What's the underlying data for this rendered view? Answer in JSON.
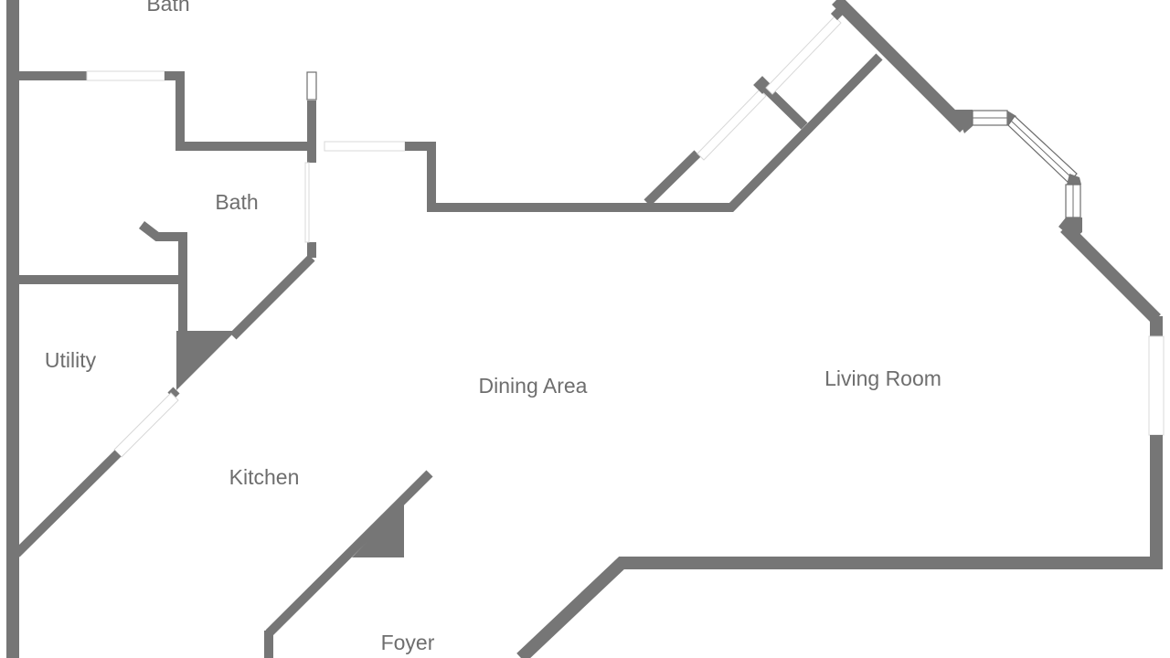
{
  "rooms": {
    "bath_top": "Bath",
    "bath": "Bath",
    "utility": "Utility",
    "kitchen": "Kitchen",
    "dining": "Dining Area",
    "living": "Living Room",
    "foyer": "Foyer"
  },
  "colors": {
    "wall": "#767676",
    "label": "#6e6e6e",
    "background": "#ffffff"
  }
}
